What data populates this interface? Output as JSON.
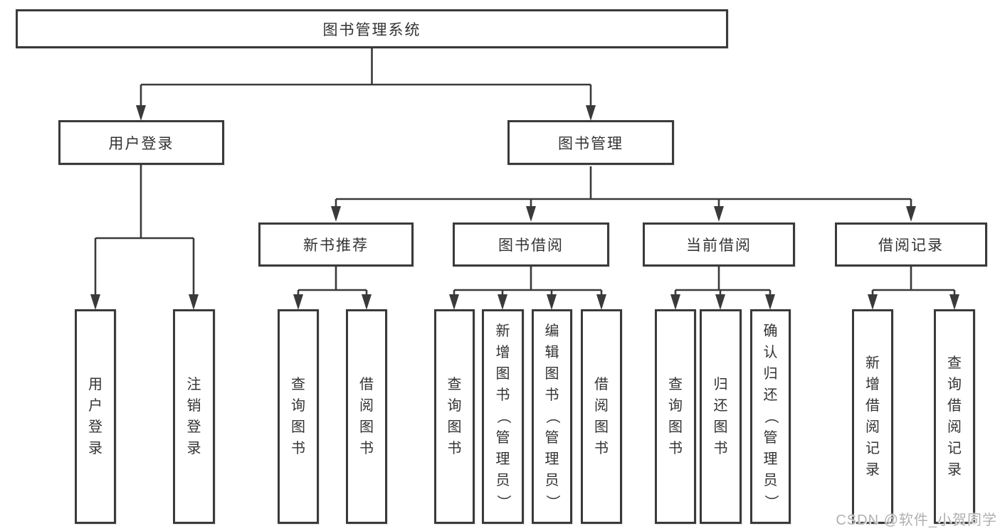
{
  "diagram": {
    "root": {
      "label": "图书管理系统"
    },
    "branches": {
      "user_login": {
        "label": "用户登录",
        "children": {
          "login": {
            "label": "用户登录"
          },
          "logout": {
            "label": "注销登录"
          }
        }
      },
      "book_management": {
        "label": "图书管理",
        "children": {
          "new_recommend": {
            "label": "新书推荐",
            "children": {
              "query": {
                "label": "查询图书"
              },
              "borrow": {
                "label": "借阅图书"
              }
            }
          },
          "book_borrow": {
            "label": "图书借阅",
            "children": {
              "query": {
                "label": "查询图书"
              },
              "add": {
                "label": "新增图书（管理员）"
              },
              "edit": {
                "label": "编辑图书（管理员）"
              },
              "borrow": {
                "label": "借阅图书"
              }
            }
          },
          "current_borrow": {
            "label": "当前借阅",
            "children": {
              "query": {
                "label": "查询图书"
              },
              "return": {
                "label": "归还图书"
              },
              "confirm": {
                "label": "确认归还（管理员）"
              }
            }
          },
          "borrow_records": {
            "label": "借阅记录",
            "children": {
              "add": {
                "label": "新增借阅记录"
              },
              "query": {
                "label": "查询借阅记录"
              }
            }
          }
        }
      }
    }
  },
  "watermark": {
    "text": "CSDN @软件_小贺同学"
  },
  "colors": {
    "line": "#3a3a3a",
    "box_border": "#3a3a3a",
    "text": "#333333",
    "watermark": "#b0b0b0",
    "background": "#ffffff"
  }
}
